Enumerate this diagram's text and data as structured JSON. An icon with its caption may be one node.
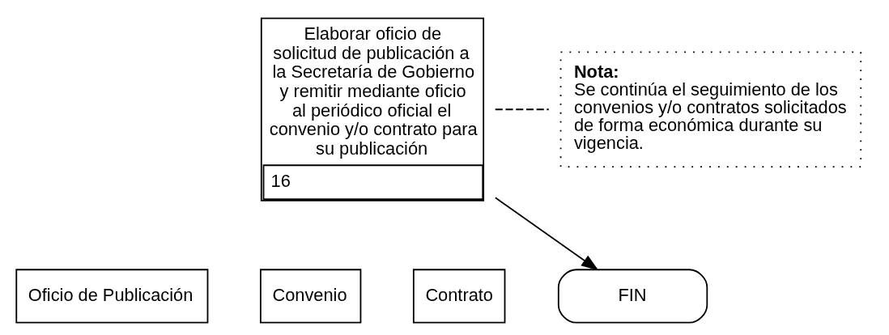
{
  "diagram": {
    "nodes": [
      {
        "text": [
          "Elaborar oficio de solicitud de publicación a la Secretaría de Gobierno y remitir mediante oficio al periódico oficial el convenio y/o contrato para su publicación",
          "16"
        ]
      },
      {
        "text": [
          "Oficio de Publicación"
        ]
      },
      {
        "text": [
          "Convenio"
        ]
      },
      {
        "text": [
          "Contrato"
        ]
      },
      {
        "text": [
          "FIN"
        ]
      },
      {
        "text": [
          "Nota:",
          "Se continúa el seguimiento de los convenios y/o contratos solicitados de forma económica durante su vigencia."
        ]
      }
    ],
    "edges": [
      {
        "from": 0,
        "to": 4,
        "arrow": "to"
      },
      {
        "from": 0,
        "to": 5,
        "arrow": "none",
        "style": "dashed"
      }
    ]
  }
}
